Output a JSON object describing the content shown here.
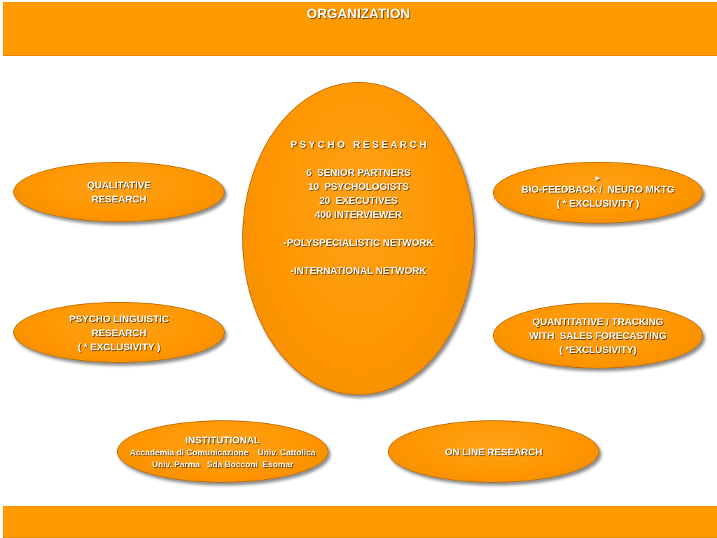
{
  "header": {
    "title": "ORGANIZATION"
  },
  "center": {
    "title": "P S Y C H O   R E S E A R C H",
    "lines": [
      "6  SENIOR PARTNERS",
      "10  PSYCHOLOGISTS",
      "20  EXECUTIVES",
      "400 INTERVIEWER"
    ],
    "network1": "-POLYSPECIALISTIC NETWORK",
    "network2": "-INTERNATIONAL NETWORK"
  },
  "qualitative": {
    "lines": [
      "QUALITATIVE",
      "RESEARCH"
    ]
  },
  "linguistic": {
    "lines": [
      "PSYCHO LINGUISTIC",
      "RESEARCH",
      "( * EXCLUSIVITY )"
    ]
  },
  "biofeedback": {
    "marker": "►",
    "lines": [
      "BIO-FEEDBACK /  NEURO MKTG",
      "( * EXCLUSIVITY )"
    ]
  },
  "quantitative": {
    "lines": [
      "QUANTITATIVE / TRACKING",
      "WITH  SALES FORECASTING",
      "( *EXCLUSIVITY)"
    ]
  },
  "institutional": {
    "title": "INSTITUTIONAL",
    "lines": [
      "Accademia di Comunicazione    Univ. Cattolica",
      "Univ. Parma   Sda Bocconi  Esomar"
    ]
  },
  "online": {
    "lines": [
      "ON LINE RESEARCH"
    ]
  },
  "colors": {
    "orange": "#ff9a00",
    "text": "#ffffff"
  }
}
